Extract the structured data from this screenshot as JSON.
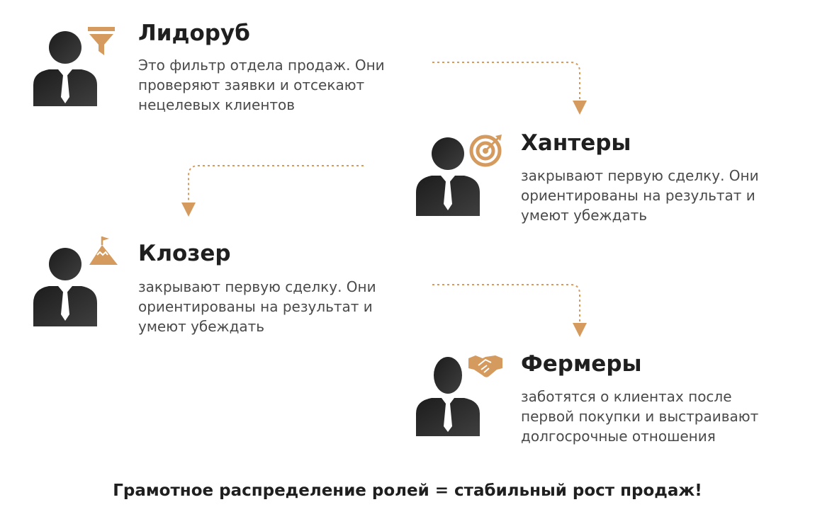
{
  "accent_color": "#d49a5e",
  "roles": [
    {
      "title": "Лидоруб",
      "description": [
        "Это фильтр отдела продаж. Они",
        "проверяют заявки и отсекают",
        "нецелевых клиентов"
      ],
      "icon": "funnel-icon"
    },
    {
      "title": "Хантеры",
      "description": [
        "закрывают первую сделку. Они",
        "ориентированы на результат и",
        "умеют убеждать"
      ],
      "icon": "target-icon"
    },
    {
      "title": "Клозер",
      "description": [
        "закрывают первую сделку. Они",
        "ориентированы на результат и",
        "умеют убеждать"
      ],
      "icon": "mountain-flag-icon"
    },
    {
      "title": "Фермеры",
      "description": [
        "заботятся о клиентах после",
        "первой покупки и выстраивают",
        "долгосрочные отношения"
      ],
      "icon": "handshake-icon"
    }
  ],
  "footer": "Грамотное распределение ролей = стабильный рост продаж!"
}
